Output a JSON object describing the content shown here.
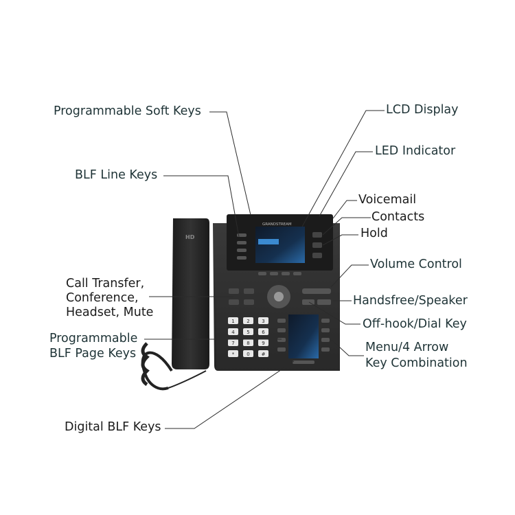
{
  "labels": {
    "programmable_soft_keys": "Programmable Soft Keys",
    "lcd_display": "LCD Display",
    "led_indicator": "LED Indicator",
    "blf_line_keys": "BLF Line Keys",
    "voicemail": "Voicemail",
    "contacts": "Contacts",
    "hold": "Hold",
    "volume_control": "Volume Control",
    "call_transfer_line1": "Call Transfer,",
    "call_transfer_line2": "Conference,",
    "call_transfer_line3": "Headset, Mute",
    "handsfree_speaker": "Handsfree/Speaker",
    "off_hook_dial_key": "Off-hook/Dial Key",
    "programmable_blf_page_keys_line1": "Programmable",
    "programmable_blf_page_keys_line2": "BLF Page Keys",
    "menu_arrow_line1": "Menu/4 Arrow",
    "menu_arrow_line2": "Key Combination",
    "digital_blf_keys": "Digital BLF Keys"
  },
  "device": {
    "brand": "GRANDSTREAM",
    "handset_mark": "HD",
    "keypad": [
      "1",
      "2",
      "3",
      "4",
      "5",
      "6",
      "7",
      "8",
      "9",
      "*",
      "0",
      "#"
    ]
  },
  "colors": {
    "label_text": "#1e3336",
    "leader_line": "#2b2b2b",
    "body_dark": "#2e2e2e",
    "screen_blue": "#1d6fb8"
  }
}
